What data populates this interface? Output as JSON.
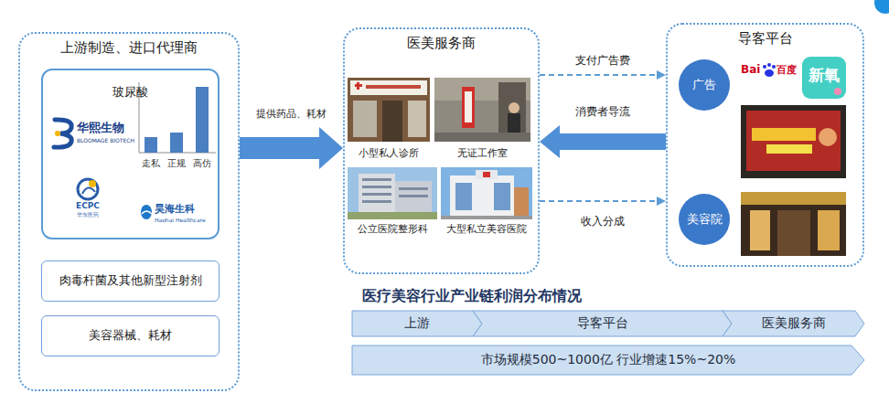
{
  "diagram": {
    "title": "医疗美容行业产业链利润分布情况",
    "nodes": [
      {
        "text": [
          "上游制造、进口代理商"
        ]
      },
      {
        "text": [
          "玻尿酸"
        ],
        "in": 0
      },
      {
        "text": [
          "肉毒杆菌及其他新型注射剂"
        ],
        "in": 0
      },
      {
        "text": [
          "美容器械、耗材"
        ],
        "in": 0
      },
      {
        "text": [
          "医美服务商"
        ]
      },
      {
        "text": [
          "小型私人诊所"
        ],
        "in": 4
      },
      {
        "text": [
          "无证工作室"
        ],
        "in": 4
      },
      {
        "text": [
          "公立医院整形科"
        ],
        "in": 4
      },
      {
        "text": [
          "大型私立美容医院"
        ],
        "in": 4
      },
      {
        "text": [
          "导客平台"
        ]
      },
      {
        "text": [
          "广告"
        ],
        "in": 9
      },
      {
        "text": [
          "美容院"
        ],
        "in": 9
      },
      {
        "text": [
          "上游"
        ]
      },
      {
        "text": [
          "导客平台"
        ]
      },
      {
        "text": [
          "医美服务商"
        ]
      },
      {
        "text": [
          "市场规模500~1000亿 行业增速15%~20%"
        ]
      }
    ],
    "edges": [
      {
        "from": 0,
        "to": 4,
        "label": "提供药品、耗材",
        "arrow": "to"
      },
      {
        "from": 4,
        "to": 9,
        "label": "支付广告费",
        "arrow": "to"
      },
      {
        "from": 9,
        "to": 4,
        "label": "消费者导流",
        "arrow": "to"
      },
      {
        "from": 4,
        "to": 9,
        "label": "收入分成",
        "arrow": "to"
      }
    ],
    "labels": [
      "走私",
      "正规",
      "高仿",
      "华熙生物",
      "BLOOMAGE BIOTECH",
      "ECPC",
      "华东医药",
      "昊海生科",
      "Haohai Healthcare",
      "Bai",
      "百度",
      "新氧"
    ]
  }
}
